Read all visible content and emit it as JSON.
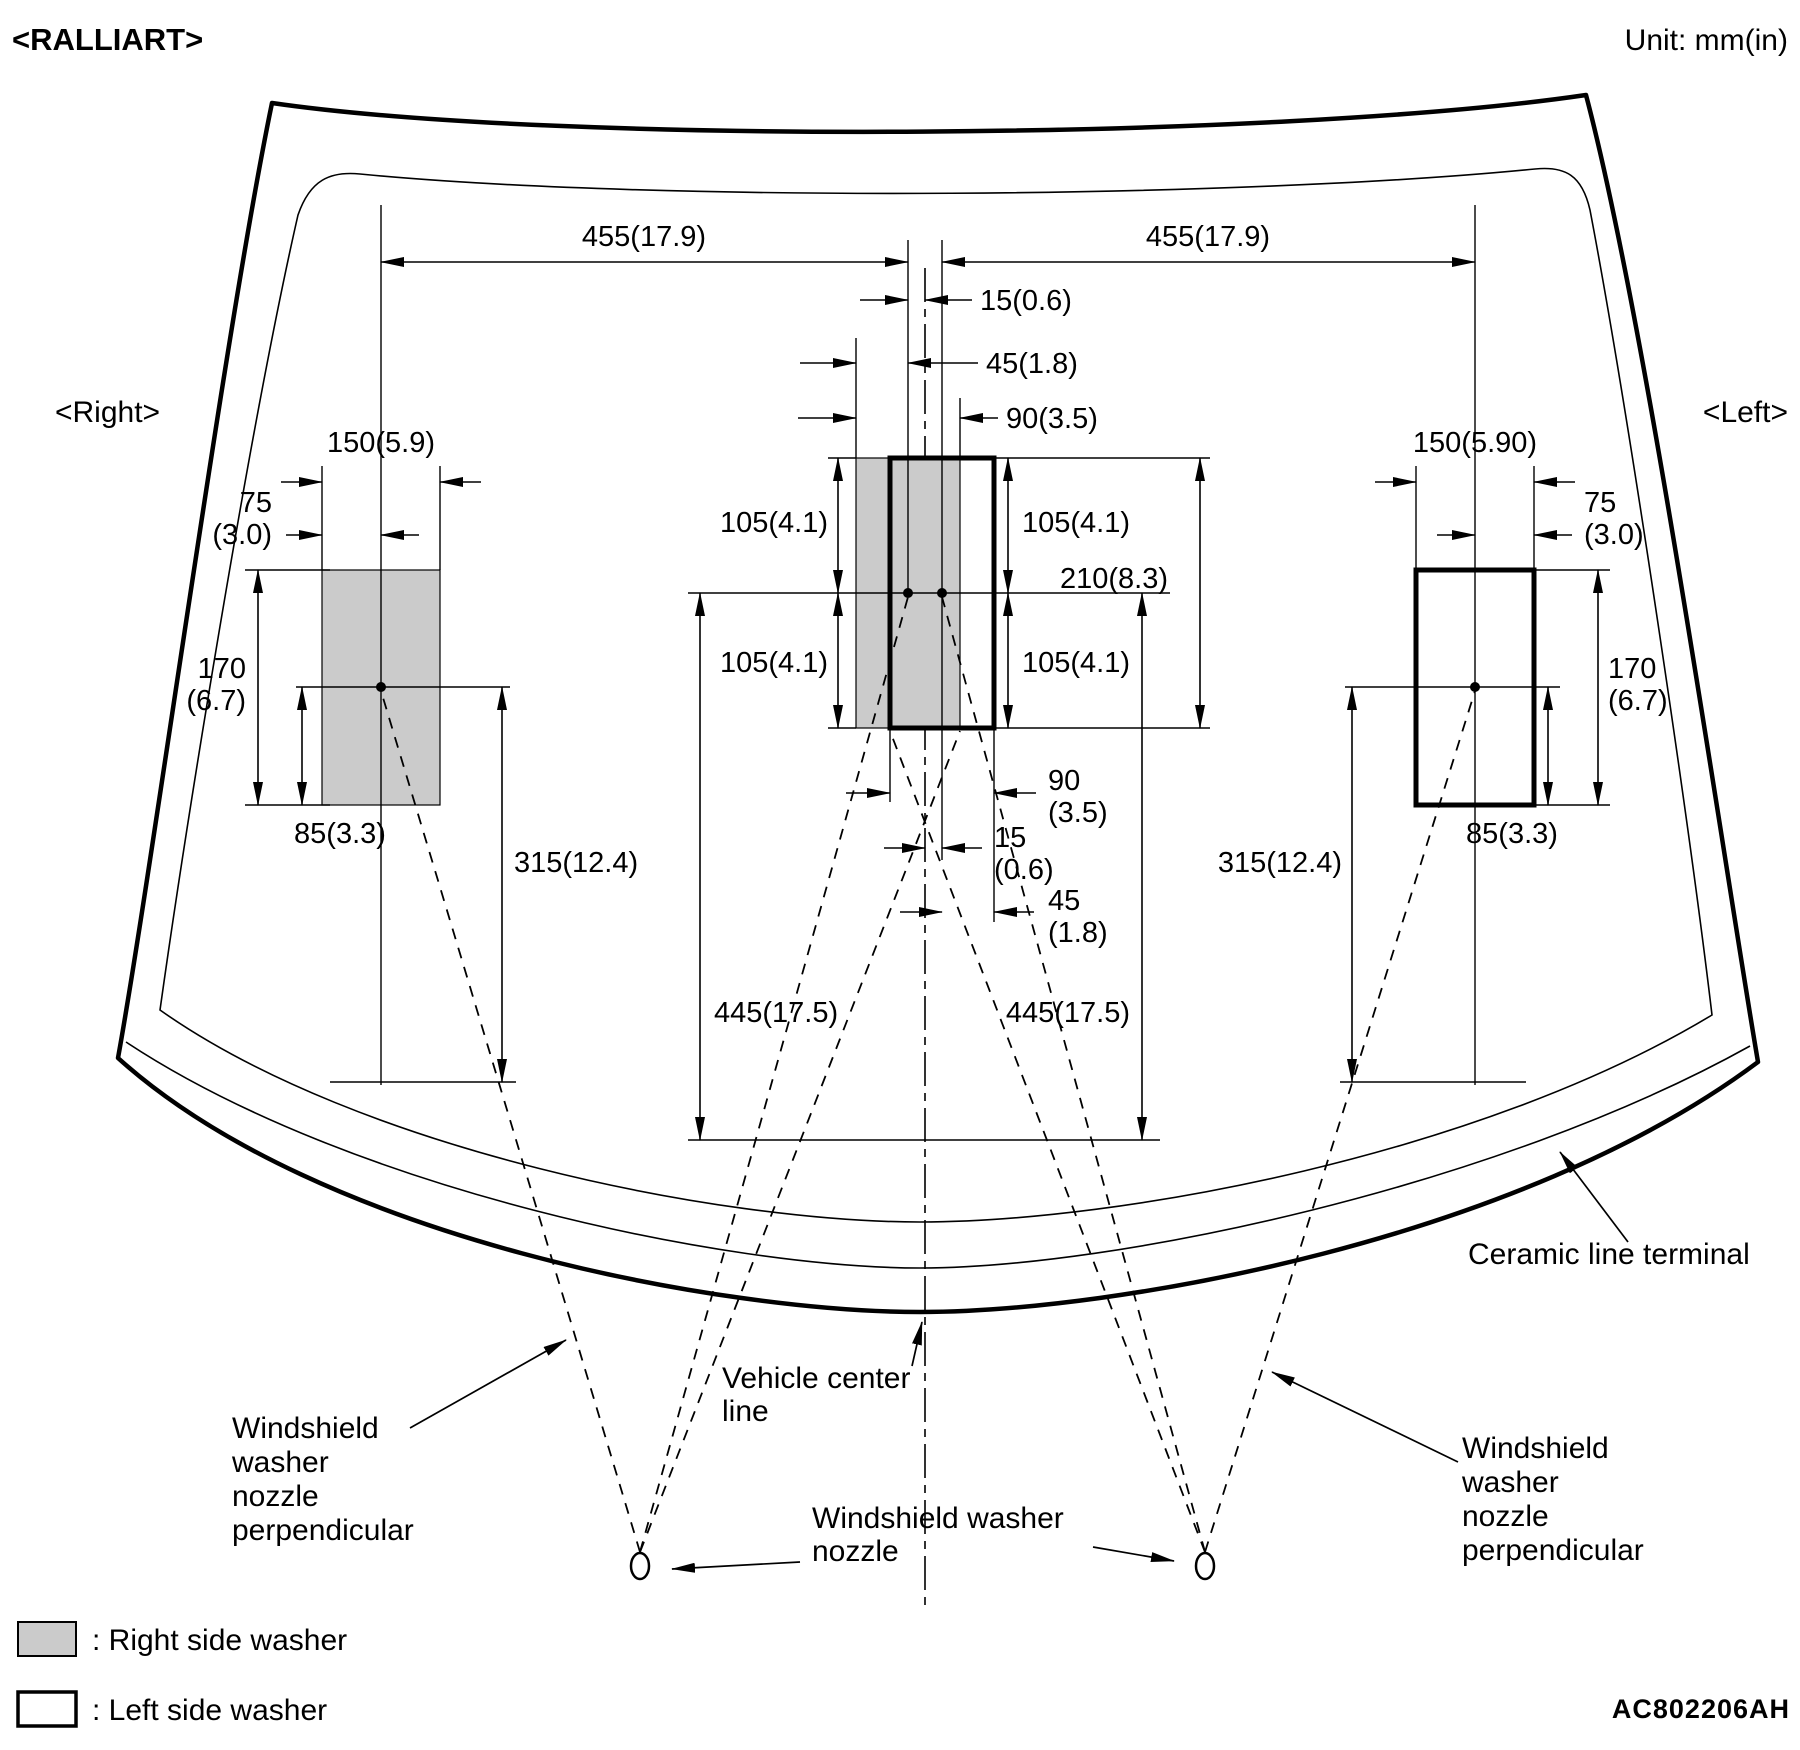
{
  "header": {
    "title": "<RALLIART>",
    "unit": "Unit: mm(in)"
  },
  "sides": {
    "right": "<Right>",
    "left": "<Left>"
  },
  "dims": {
    "d455": "455(17.9)",
    "d15": "15(0.6)",
    "d45": "45(1.8)",
    "d90": "90(3.5)",
    "d150": "150(5.9)",
    "d150_alt": "150(5.90)",
    "d75_1": "75",
    "d75_2": "(3.0)",
    "d170_1": "170",
    "d170_2": "(6.7)",
    "d85": "85(3.3)",
    "d315": "315(12.4)",
    "d105": "105(4.1)",
    "d210": "210(8.3)",
    "d445": "445(17.5)",
    "d90_1": "90",
    "d90_2": "(3.5)",
    "d15_1": "15",
    "d15_2": "(0.6)",
    "d45_1": "45",
    "d45_2": "(1.8)"
  },
  "labels": {
    "ceramic": "Ceramic line terminal",
    "vc1": "Vehicle center",
    "vc2": "line",
    "wn1": "Windshield washer",
    "wn2": "nozzle",
    "perp1": "Windshield",
    "perp2": "washer",
    "perp3": "nozzle",
    "perp4": "perpendicular"
  },
  "legend": {
    "right": ": Right side washer",
    "left": ": Left side washer"
  },
  "code": "AC802206AH",
  "colors": {
    "washer_gray": "#cbcbcb",
    "line": "#000000"
  }
}
